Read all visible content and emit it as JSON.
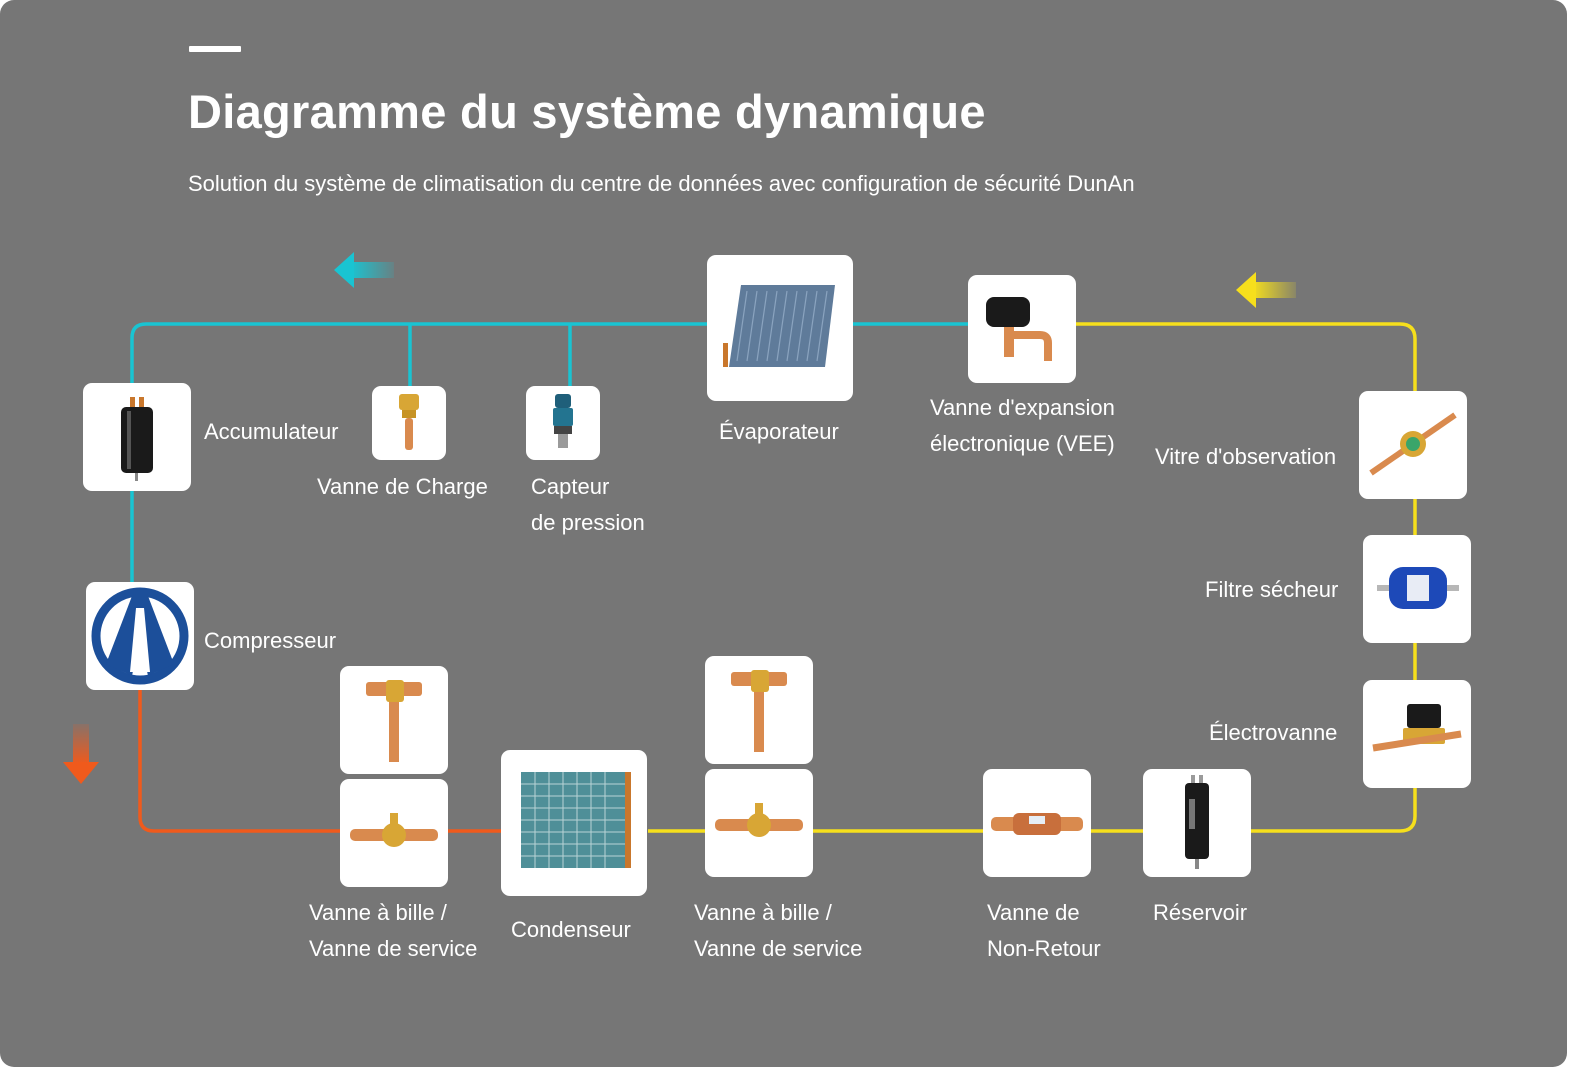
{
  "title": "Diagramme du système dynamique",
  "subtitle": "Solution du système de climatisation du centre de données avec configuration de sécurité DunAn",
  "colors": {
    "background": "#767676",
    "suction_line": "#19c4d2",
    "liquid_line": "#f6df1c",
    "discharge_line": "#f05a1c",
    "card": "#ffffff",
    "text": "#ffffff"
  },
  "components": {
    "accumulator": {
      "label": "Accumulateur"
    },
    "charge_valve": {
      "label": "Vanne de Charge"
    },
    "pressure_sensor": {
      "line1": "Capteur",
      "line2": "de pression"
    },
    "evaporator": {
      "label": "Évaporateur"
    },
    "eev": {
      "line1": "Vanne d'expansion",
      "line2": "électronique (VEE)"
    },
    "sight_glass": {
      "label": "Vitre d'observation"
    },
    "filter_drier": {
      "label": "Filtre sécheur"
    },
    "solenoid_valve": {
      "label": "Électrovanne"
    },
    "compressor": {
      "label": "Compresseur"
    },
    "ball_valve_left": {
      "line1": "Vanne à bille /",
      "line2": "Vanne de service"
    },
    "condenser": {
      "label": "Condenseur"
    },
    "ball_valve_right": {
      "line1": "Vanne à bille /",
      "line2": "Vanne de service"
    },
    "check_valve": {
      "line1": "Vanne de",
      "line2": "Non-Retour"
    },
    "receiver": {
      "label": "Réservoir"
    }
  },
  "icons": {
    "flow_arrow_suction": "arrow-left-icon",
    "flow_arrow_liquid": "arrow-left-icon",
    "flow_arrow_discharge": "arrow-down-icon",
    "compressor_logo": "dunan-logo-icon"
  }
}
